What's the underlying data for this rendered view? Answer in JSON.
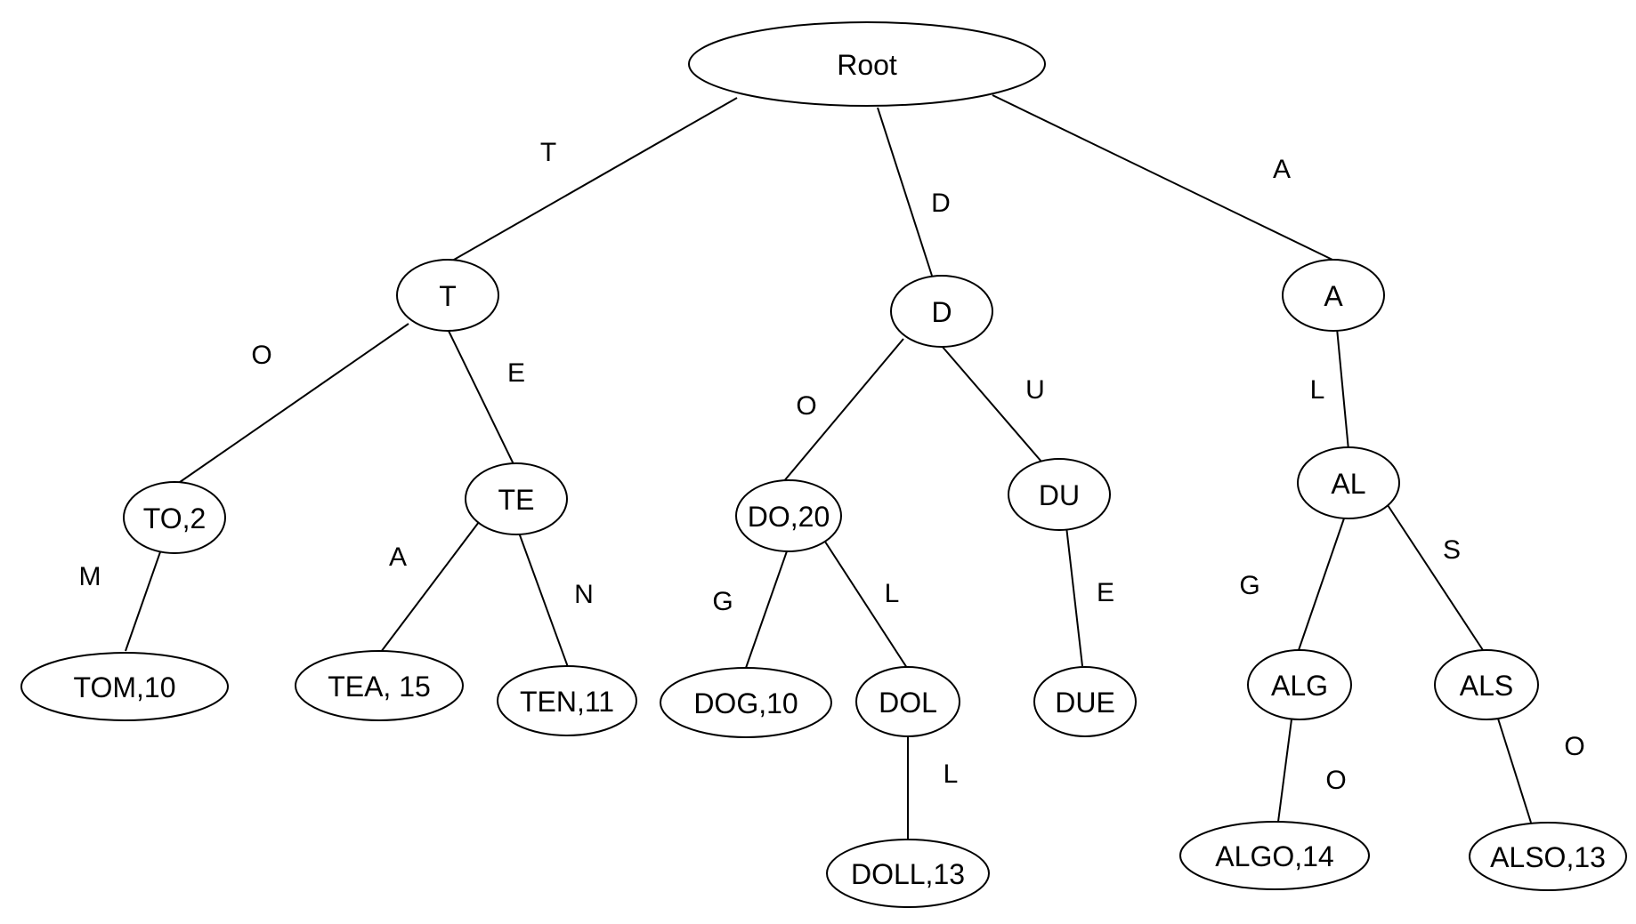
{
  "tree": {
    "nodes": {
      "root": "Root",
      "t": "T",
      "d": "D",
      "a": "A",
      "to": "TO,2",
      "te": "TE",
      "do": "DO,20",
      "du": "DU",
      "al": "AL",
      "tom": "TOM,10",
      "tea": "TEA, 15",
      "ten": "TEN,11",
      "dog": "DOG,10",
      "dol": "DOL",
      "due": "DUE",
      "alg": "ALG",
      "als": "ALS",
      "doll": "DOLL,13",
      "algo": "ALGO,14",
      "also": "ALSO,13"
    },
    "edges": {
      "root_t": "T",
      "root_d": "D",
      "root_a": "A",
      "t_to": "O",
      "t_te": "E",
      "d_do": "O",
      "d_du": "U",
      "a_al": "L",
      "to_tom": "M",
      "te_tea": "A",
      "te_ten": "N",
      "do_dog": "G",
      "do_dol": "L",
      "du_due": "E",
      "al_alg": "G",
      "al_als": "S",
      "dol_doll": "L",
      "alg_algo": "O",
      "als_also": "O"
    }
  }
}
